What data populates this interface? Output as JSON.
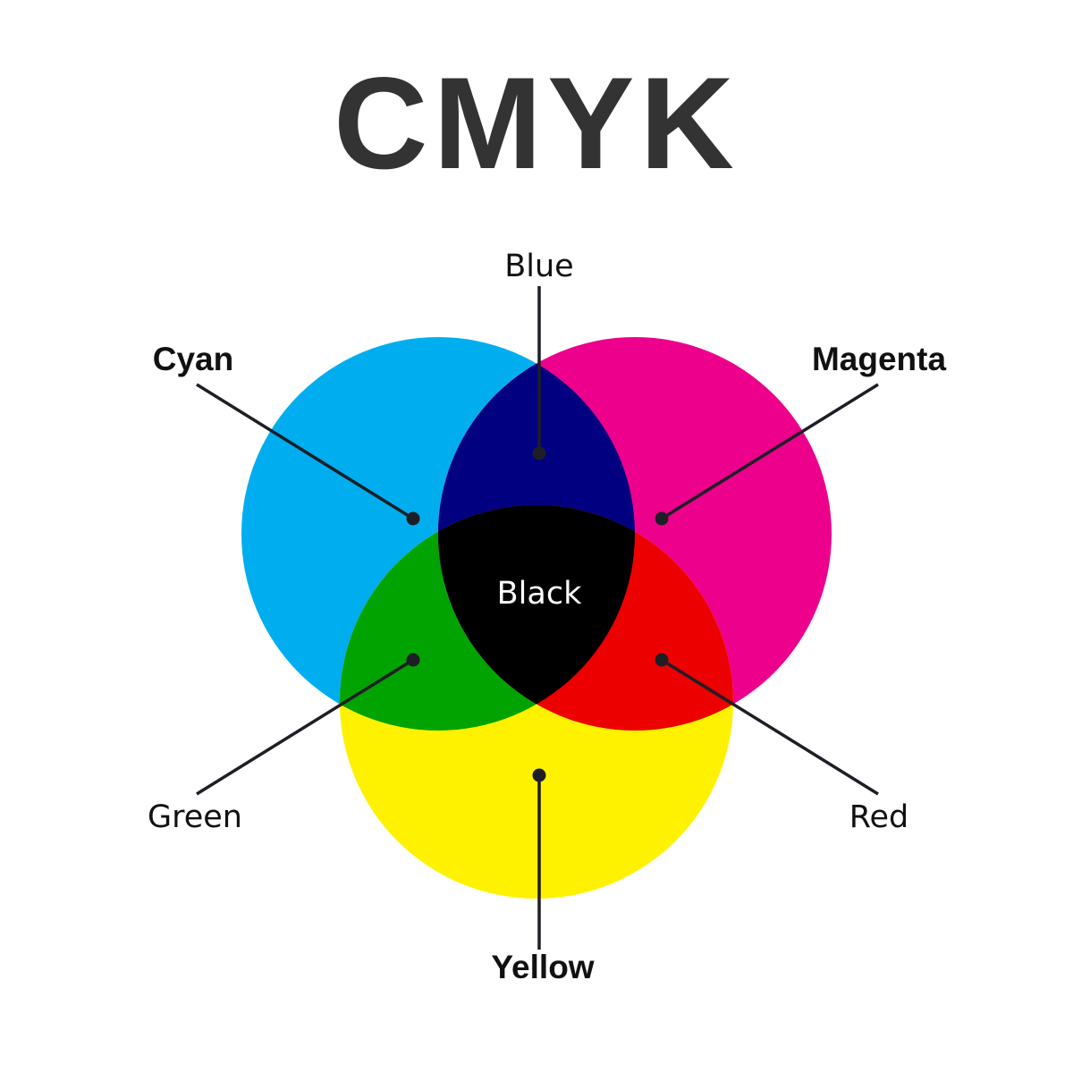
{
  "title": "CMYK",
  "colors": {
    "title_text": "#333333",
    "label_text": "#111111",
    "leader": "#1e1e26",
    "cyan": "#00AEEF",
    "magenta": "#EC008C",
    "yellow": "#FFF200",
    "blue_overlap": "#000080",
    "green_overlap": "#00A300",
    "red_overlap": "#EC0000",
    "black_overlap": "#000000",
    "black_label_text": "#ffffff"
  },
  "primaries": [
    {
      "id": "cyan",
      "label": "Cyan",
      "emphasis": "bold"
    },
    {
      "id": "magenta",
      "label": "Magenta",
      "emphasis": "bold"
    },
    {
      "id": "yellow",
      "label": "Yellow",
      "emphasis": "bold"
    }
  ],
  "overlaps": [
    {
      "id": "blue",
      "label": "Blue",
      "mix": [
        "cyan",
        "magenta"
      ],
      "emphasis": "light"
    },
    {
      "id": "green",
      "label": "Green",
      "mix": [
        "cyan",
        "yellow"
      ],
      "emphasis": "light"
    },
    {
      "id": "red",
      "label": "Red",
      "mix": [
        "magenta",
        "yellow"
      ],
      "emphasis": "light"
    },
    {
      "id": "black",
      "label": "Black",
      "mix": [
        "cyan",
        "magenta",
        "yellow"
      ],
      "emphasis": "light"
    }
  ]
}
